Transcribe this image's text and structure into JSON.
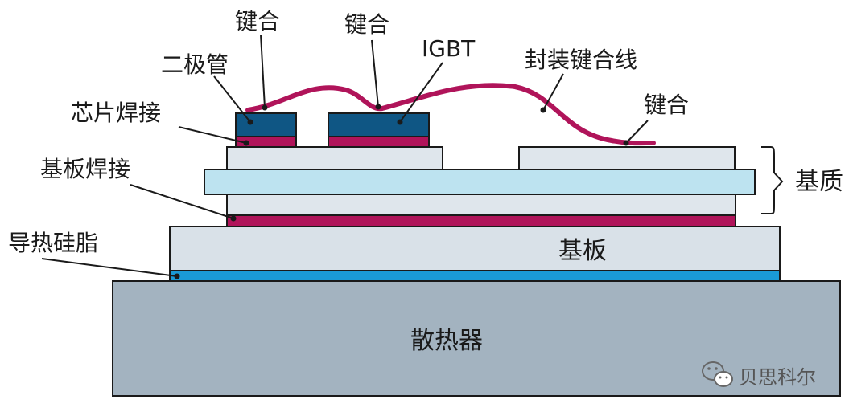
{
  "labels": {
    "bond_1": "键合",
    "bond_2": "键合",
    "igbt": "IGBT",
    "diode": "二极管",
    "bond_wire": "封装键合线",
    "bond_3": "键合",
    "die_solder": "芯片焊接",
    "substrate_solder": "基板焊接",
    "substrate": "基质",
    "baseplate": "基板",
    "thermal_grease": "导热硅脂",
    "heatsink": "散热器"
  },
  "watermark": {
    "text": "贝思科尔",
    "icon": "wechat-icon"
  },
  "colors": {
    "heatsink": "#a3b3c0",
    "baseplate": "#d9e1e8",
    "thermal_grease": "#1a9ad6",
    "solder": "#b0145a",
    "copper_layer": "#dfe6ec",
    "ceramic": "#bde3f0",
    "chip": "#0f5684",
    "bond_wire": "#b0145a"
  }
}
